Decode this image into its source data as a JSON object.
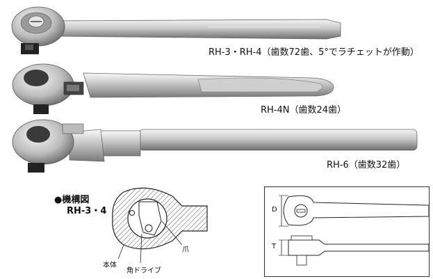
{
  "products": [
    {
      "caption": "RH-3・RH-4（歯数72歯、5°でラチェットが作動）"
    },
    {
      "caption": "RH-4N（歯数24歯）"
    },
    {
      "caption": "RH-6（歯数32歯）"
    }
  ],
  "mechanism": {
    "heading_marker": "●",
    "heading": "機構図",
    "model": "RH-3・4",
    "labels": {
      "claw": "爪",
      "body": "本体",
      "square_drive": "角ドライブ"
    }
  },
  "dimensions": {
    "d_label": "D",
    "t_label": "T"
  },
  "colors": {
    "chrome_light": "#e8e8e8",
    "chrome_mid": "#b9b9b9",
    "chrome_dark": "#6d6d6d",
    "hatch": "#555555"
  }
}
